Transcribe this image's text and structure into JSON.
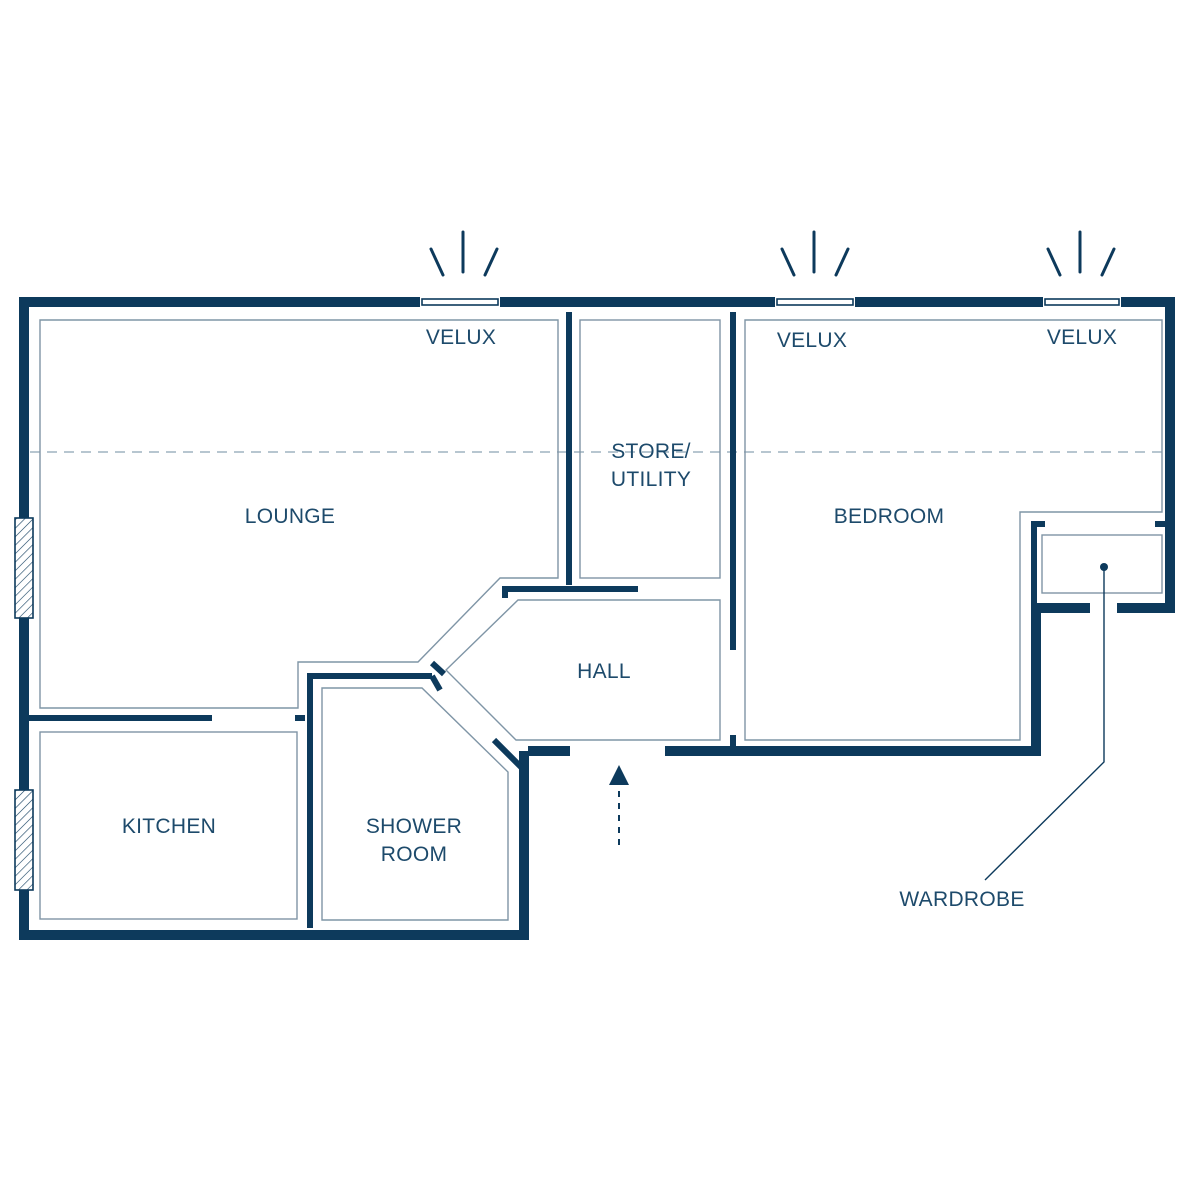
{
  "rooms": {
    "lounge": "LOUNGE",
    "store_line1": "STORE/",
    "store_line2": "UTILITY",
    "bedroom": "BEDROOM",
    "hall": "HALL",
    "kitchen": "KITCHEN",
    "shower_line1": "SHOWER",
    "shower_line2": "ROOM"
  },
  "features": {
    "velux_1": "VELUX",
    "velux_2": "VELUX",
    "velux_3": "VELUX",
    "wardrobe": "WARDROBE"
  },
  "colors": {
    "wall": "#0d3a5c",
    "text": "#1d4a6b",
    "inner_outline": "#7f95a6",
    "slope_line": "#9fb3c1"
  }
}
